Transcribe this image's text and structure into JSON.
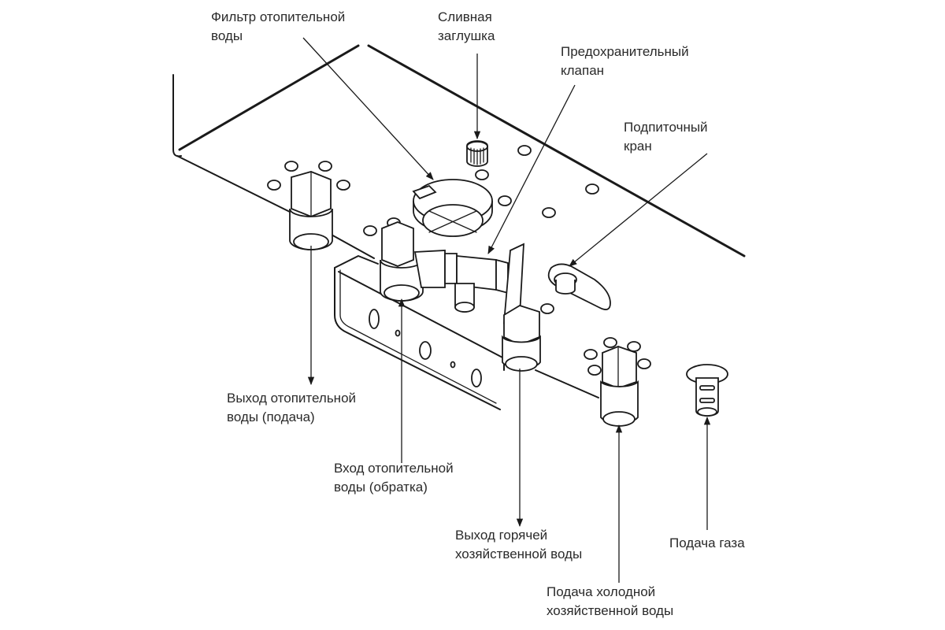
{
  "diagram": {
    "title": "Boiler bottom connections",
    "labels": {
      "heating_filter": {
        "line1": "Фильтр отопительной",
        "line2": "воды"
      },
      "drain_plug": {
        "line1": "Сливная",
        "line2": "заглушка"
      },
      "safety_valve": {
        "line1": "Предохранительный",
        "line2": "клапан"
      },
      "fill_tap": {
        "line1": "Подпиточный",
        "line2": "кран"
      },
      "heating_outlet": {
        "line1": "Выход отопительной",
        "line2": "воды (подача)"
      },
      "heating_inlet": {
        "line1": "Вход отопительной",
        "line2": "воды (обратка)"
      },
      "hot_water_outlet": {
        "line1": "Выход горячей",
        "line2": "хозяйственной воды"
      },
      "cold_water_inlet": {
        "line1": "Подача холодной",
        "line2": "хозяйственной воды"
      },
      "gas_supply": {
        "line1": "Подача газа"
      }
    },
    "colors": {
      "line": "#1a1a1a",
      "text": "#2a2a2a",
      "background": "#ffffff"
    }
  }
}
